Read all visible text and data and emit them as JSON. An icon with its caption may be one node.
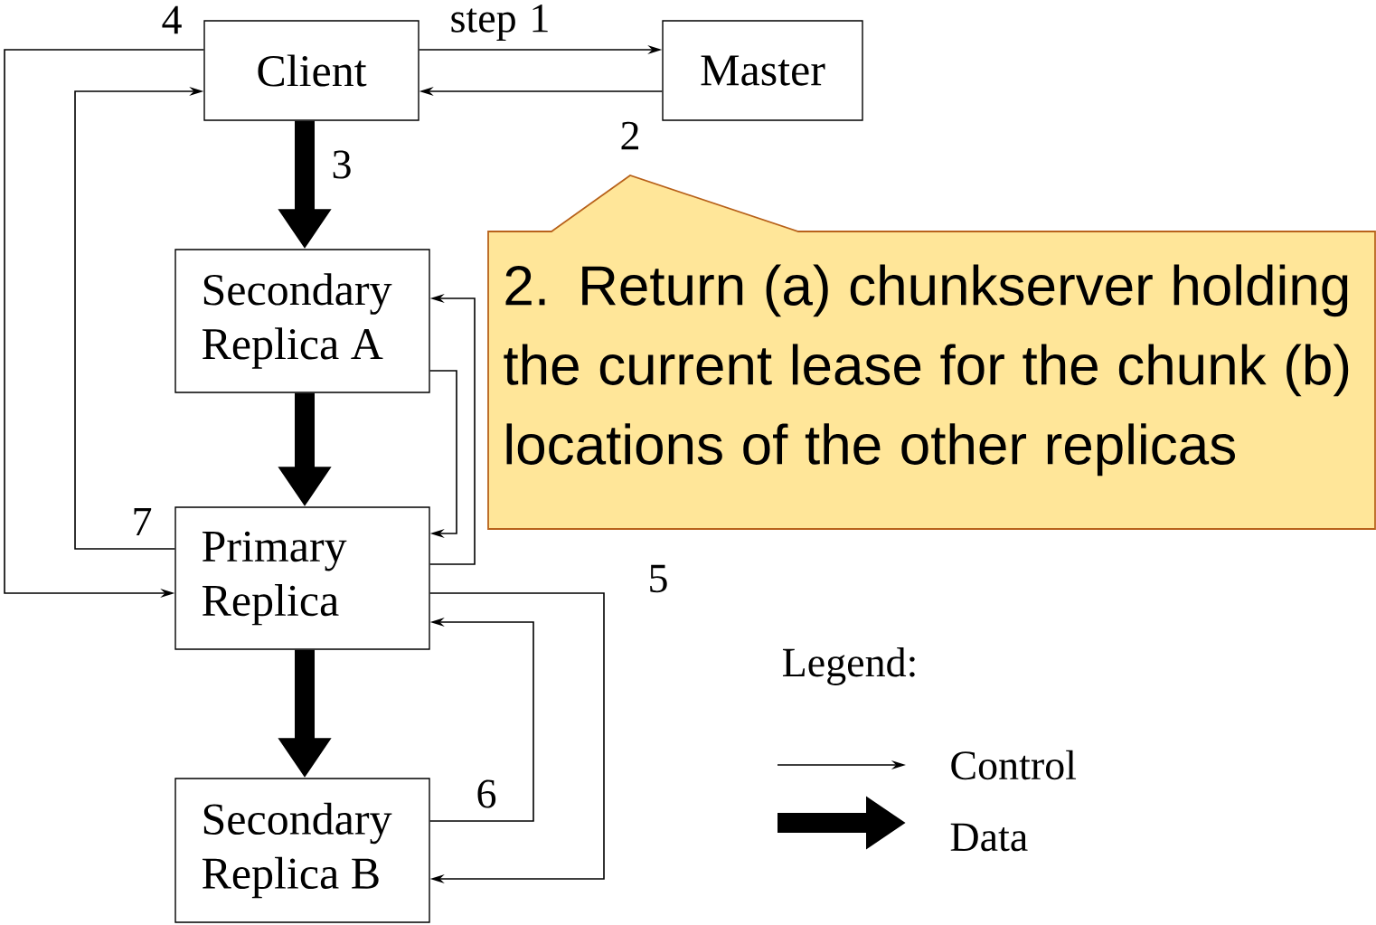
{
  "diagram": {
    "nodes": [
      {
        "text": [
          "Client"
        ]
      },
      {
        "text": [
          "Master"
        ]
      },
      {
        "text": [
          "Secondary Replica A"
        ]
      },
      {
        "text": [
          "Primary Replica"
        ]
      },
      {
        "text": [
          "Secondary Replica B"
        ]
      },
      {
        "text": [
          "2. Return (a) chunkserver holding the current lease for the chunk (b) locations of the other replicas"
        ]
      }
    ],
    "edges": [
      {
        "from": 0,
        "to": 1,
        "arrow": "to",
        "label": "step 1"
      },
      {
        "from": 1,
        "to": 0,
        "arrow": "to",
        "label": "2"
      },
      {
        "from": 0,
        "to": 3,
        "arrow": "to",
        "label": "4"
      },
      {
        "from": 3,
        "to": 0,
        "arrow": "to",
        "label": "7"
      },
      {
        "from": 0,
        "to": 2,
        "arrow": "to",
        "label": "3",
        "style": "thick"
      },
      {
        "from": 2,
        "to": 3,
        "arrow": "to",
        "style": "thick"
      },
      {
        "from": 3,
        "to": 4,
        "arrow": "to",
        "style": "thick"
      },
      {
        "from": 3,
        "to": 2,
        "arrow": "to"
      },
      {
        "from": 2,
        "to": 3,
        "arrow": "to"
      },
      {
        "from": 3,
        "to": 4,
        "arrow": "to",
        "label": "5"
      },
      {
        "from": 4,
        "to": 3,
        "arrow": "to",
        "label": "6"
      }
    ],
    "labels": [
      "Legend:"
    ],
    "legend": [
      {
        "text": "Control"
      },
      {
        "text": "Data"
      }
    ]
  }
}
